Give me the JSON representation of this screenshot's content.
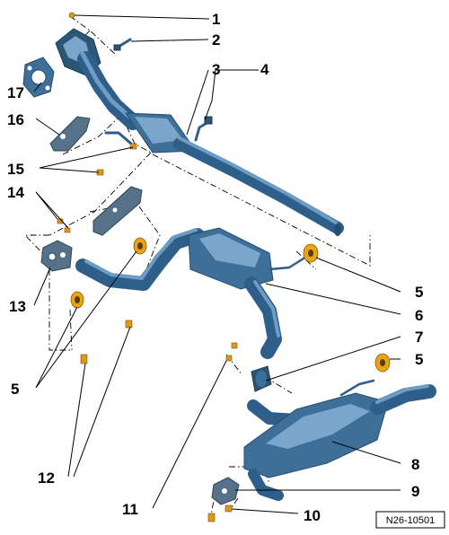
{
  "diagram": {
    "callouts": [
      {
        "id": "c1",
        "label": "1"
      },
      {
        "id": "c2",
        "label": "2"
      },
      {
        "id": "c3",
        "label": "3"
      },
      {
        "id": "c4",
        "label": "4"
      },
      {
        "id": "c5a",
        "label": "5"
      },
      {
        "id": "c6",
        "label": "6"
      },
      {
        "id": "c7",
        "label": "7"
      },
      {
        "id": "c5b",
        "label": "5"
      },
      {
        "id": "c8",
        "label": "8"
      },
      {
        "id": "c9",
        "label": "9"
      },
      {
        "id": "c10",
        "label": "10"
      },
      {
        "id": "c11",
        "label": "11"
      },
      {
        "id": "c12",
        "label": "12"
      },
      {
        "id": "c5c",
        "label": "5"
      },
      {
        "id": "c13",
        "label": "13"
      },
      {
        "id": "c14",
        "label": "14"
      },
      {
        "id": "c15",
        "label": "15"
      },
      {
        "id": "c16",
        "label": "16"
      },
      {
        "id": "c17",
        "label": "17"
      }
    ],
    "reference_code": "N26-10501"
  },
  "colors": {
    "part_blue": "#3d6f99",
    "part_highlight": "#7aa6cb",
    "fastener_gold": "#e8a317",
    "line_black": "#000000"
  }
}
